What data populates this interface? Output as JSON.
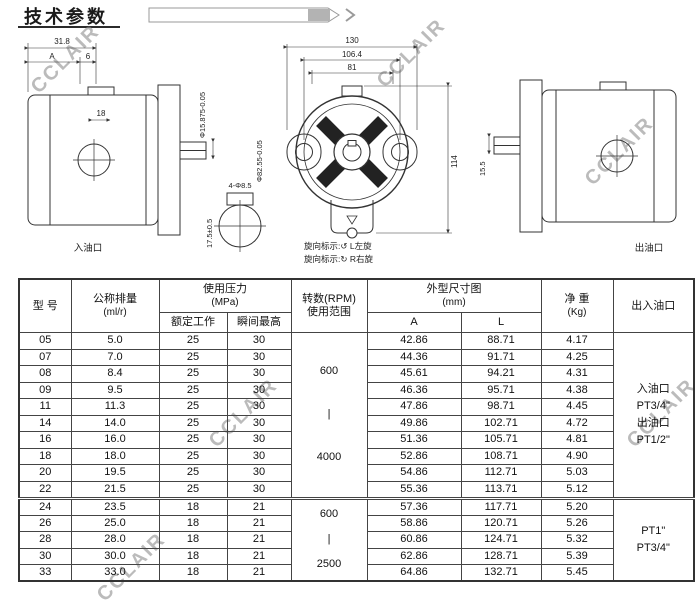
{
  "header": {
    "title": "技术参数"
  },
  "watermark": {
    "text": "CCLAIR"
  },
  "drawings": {
    "left_view": {
      "dim_31_8": "31.8",
      "dim_A": "A",
      "dim_6": "6",
      "dim_18": "18",
      "shaft_dia": "Φ15.875-0.05",
      "sub_holes": "4-Φ8.5",
      "sub_depth": "17.5±0.5",
      "port_label": "入油口"
    },
    "front_view": {
      "dim_130": "130",
      "dim_106_4": "106.4",
      "dim_81": "81",
      "pilot_dia": "Φ82.55-0.05",
      "dim_114": "114",
      "rotation_note_l": "旋向标示:↺ L左旋",
      "rotation_note_r": "旋向标示:↻ R右旋"
    },
    "right_view": {
      "dim_15_5": "15.5",
      "port_label": "出油口"
    }
  },
  "table": {
    "headers": {
      "model": "型 号",
      "displacement": "公称排量",
      "displacement_unit": "(ml/r)",
      "pressure": "使用压力",
      "pressure_unit": "(MPa)",
      "pressure_rated": "额定工作",
      "pressure_max": "瞬间最高",
      "rpm_line1": "转数(RPM)",
      "rpm_line2": "使用范围",
      "dims": "外型尺寸图",
      "dims_unit": "(mm)",
      "dim_a": "A",
      "dim_l": "L",
      "weight": "净 重",
      "weight_unit": "(Kg)",
      "ports": "出入油口"
    },
    "groups": [
      {
        "span": 10,
        "rpm_lines": [
          "600",
          "|",
          "4000"
        ],
        "port_lines": [
          "入油口",
          "PT3/4\"",
          "出油口",
          "PT1/2\""
        ]
      },
      {
        "span": 5,
        "rpm_lines": [
          "600",
          "|",
          "2500"
        ],
        "port_lines": [
          "PT1\"",
          "PT3/4\""
        ]
      }
    ],
    "rows": [
      [
        "05",
        "5.0",
        "25",
        "30",
        "42.86",
        "88.71",
        "4.17"
      ],
      [
        "07",
        "7.0",
        "25",
        "30",
        "44.36",
        "91.71",
        "4.25"
      ],
      [
        "08",
        "8.4",
        "25",
        "30",
        "45.61",
        "94.21",
        "4.31"
      ],
      [
        "09",
        "9.5",
        "25",
        "30",
        "46.36",
        "95.71",
        "4.38"
      ],
      [
        "11",
        "11.3",
        "25",
        "30",
        "47.86",
        "98.71",
        "4.45"
      ],
      [
        "14",
        "14.0",
        "25",
        "30",
        "49.86",
        "102.71",
        "4.72"
      ],
      [
        "16",
        "16.0",
        "25",
        "30",
        "51.36",
        "105.71",
        "4.81"
      ],
      [
        "18",
        "18.0",
        "25",
        "30",
        "52.86",
        "108.71",
        "4.90"
      ],
      [
        "20",
        "19.5",
        "25",
        "30",
        "54.86",
        "112.71",
        "5.03"
      ],
      [
        "22",
        "21.5",
        "25",
        "30",
        "55.36",
        "113.71",
        "5.12"
      ],
      [
        "24",
        "23.5",
        "18",
        "21",
        "57.36",
        "117.71",
        "5.20"
      ],
      [
        "26",
        "25.0",
        "18",
        "21",
        "58.86",
        "120.71",
        "5.26"
      ],
      [
        "28",
        "28.0",
        "18",
        "21",
        "60.86",
        "124.71",
        "5.32"
      ],
      [
        "30",
        "30.0",
        "18",
        "21",
        "62.86",
        "128.71",
        "5.39"
      ],
      [
        "33",
        "33.0",
        "18",
        "21",
        "64.86",
        "132.71",
        "5.45"
      ]
    ]
  }
}
